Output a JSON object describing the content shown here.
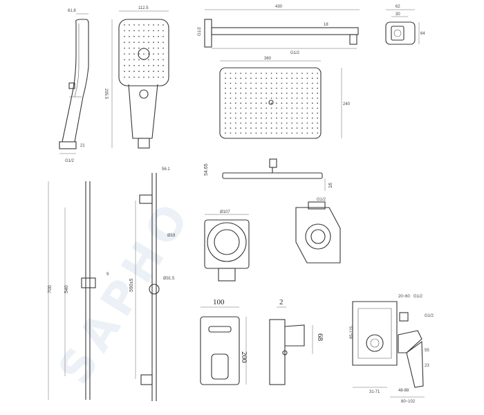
{
  "watermark": "SAPHO",
  "handshower": {
    "side_width": "61.8",
    "head_width": "112.5",
    "length": "295.5",
    "bottom_a": "21",
    "bottom_b": "G1/2"
  },
  "arm": {
    "length": "430",
    "wall_thread": "G1/2",
    "pipe_dia": "18",
    "outlet_thread": "G1/2"
  },
  "wall_plate": {
    "outer": "62",
    "inner": "30",
    "depth": "64"
  },
  "overhead": {
    "width": "360",
    "depth": "240",
    "height_a": "54.65",
    "thickness": "16"
  },
  "rail": {
    "total": "700",
    "inner": "540",
    "bracket": "56.1",
    "holder": "9",
    "dia": "Ø19",
    "spacing": "590±5",
    "holder_dia": "Ø31.5"
  },
  "elbow": {
    "width": "Ø107"
  },
  "elbow_iso": {
    "label": "G1/2"
  },
  "mixer_plate": {
    "width": "100",
    "height": "200"
  },
  "mixer_side": {
    "depth": "2",
    "lever": "68"
  },
  "body_section": {
    "top_a": "20~60",
    "top_b": "G1/2",
    "side_a": "G1/2",
    "side_b": "55",
    "side_c": "23",
    "height": "85-115",
    "bottom_a": "31-71",
    "bottom_b": "48-88",
    "bottom_c": "80~102"
  }
}
